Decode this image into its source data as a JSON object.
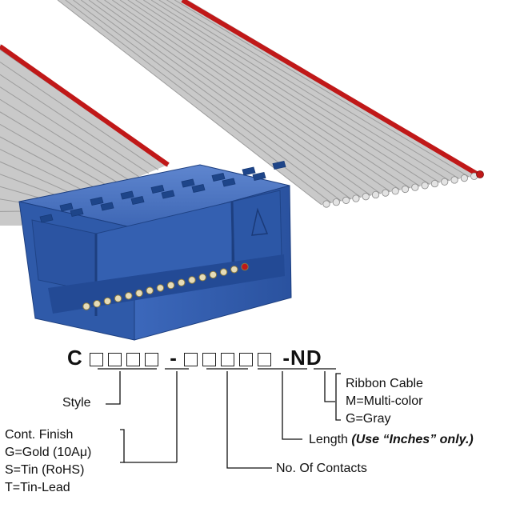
{
  "part_number": {
    "prefix": "C",
    "dash_1": "-",
    "suffix": "-ND",
    "group_1_boxes": 4,
    "group_2_boxes": 5
  },
  "labels": {
    "style": "Style",
    "ribbon_cable": "Ribbon Cable",
    "multi_color": "M=Multi-color",
    "gray": "G=Gray",
    "length": "Length",
    "length_note": "(Use “Inches” only.)",
    "contacts": "No. Of Contacts",
    "finish_title": "Cont. Finish",
    "finish_gold": "G=Gold (10Aμ)",
    "finish_tin": "S=Tin (RoHS)",
    "finish_tin_lead": "T=Tin-Lead"
  },
  "colors": {
    "connector_blue": "#2b56a8",
    "cable_gray": "#c9c9c9",
    "stripe_red": "#c01818",
    "contact_gold": "#c9a85a"
  },
  "icons": {
    "connector": "idc-socket-connector",
    "cable": "flat-ribbon-cable",
    "pin1_marker": "triangle-icon"
  }
}
